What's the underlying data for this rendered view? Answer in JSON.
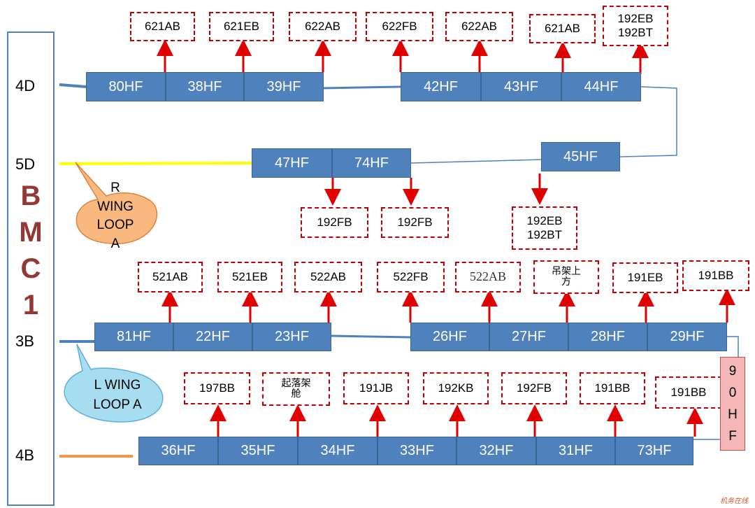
{
  "levels": {
    "l4d": "4D",
    "l5d": "5D",
    "l3b": "3B",
    "l4b": "4B"
  },
  "bmc": [
    "B",
    "M",
    "C",
    "1"
  ],
  "row1": {
    "boxes": [
      "80HF",
      "38HF",
      "39HF",
      "42HF",
      "43HF",
      "44HF"
    ],
    "labels": [
      "621AB",
      "621EB",
      "622AB",
      "622FB",
      "622AB",
      "621AB",
      "192EB\n192BT"
    ]
  },
  "row2": {
    "boxes": [
      "47HF",
      "74HF",
      "45HF"
    ],
    "labels": [
      "192FB",
      "192FB",
      "192EB\n192BT"
    ]
  },
  "row3": {
    "boxes": [
      "81HF",
      "22HF",
      "23HF",
      "26HF",
      "27HF",
      "28HF",
      "29HF"
    ],
    "labels": [
      "521AB",
      "521EB",
      "522AB",
      "522FB",
      "522AB",
      "吊架上\n方",
      "191EB",
      "191BB"
    ]
  },
  "row4": {
    "boxes": [
      "36HF",
      "35HF",
      "34HF",
      "33HF",
      "32HF",
      "31HF",
      "73HF"
    ],
    "labels": [
      "197BB",
      "起落架\n舱",
      "191JB",
      "192KB",
      "192FB",
      "191BB",
      "191BB"
    ]
  },
  "callouts": {
    "r_wing": "R\nWING\nLOOP\nA",
    "l_wing": "L  WING\nLOOP A"
  },
  "vertical_box": [
    "9",
    "0",
    "H",
    "F"
  ],
  "watermark": "机务在线",
  "colors": {
    "box": "#4f81bd",
    "arrow": "#e00000",
    "dash": "#c00000",
    "bmc": "#953735",
    "yellow": "#ffff00",
    "orange": "#f79646"
  }
}
